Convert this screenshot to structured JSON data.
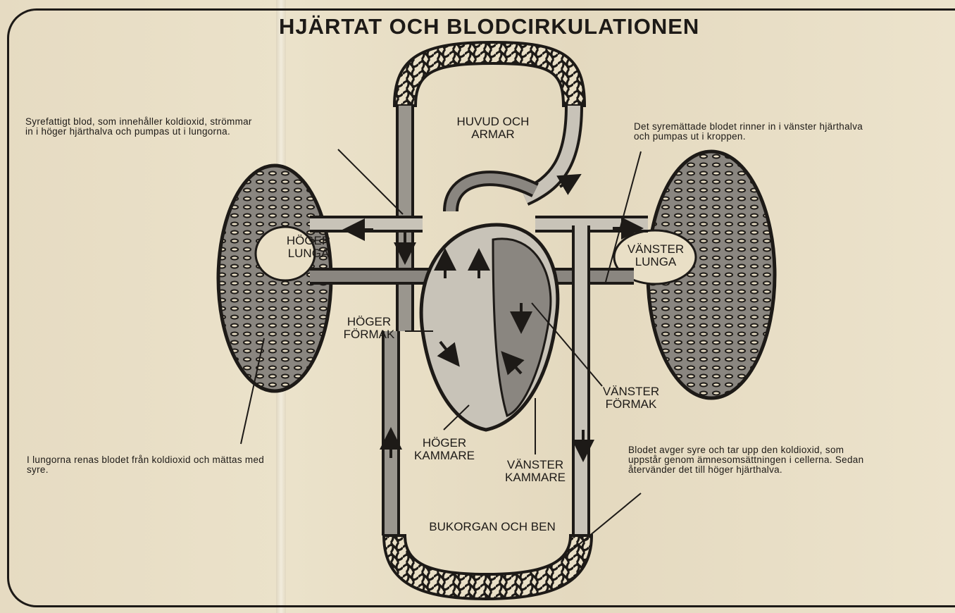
{
  "title": "HJÄRTAT OCH BLODCIRKULATIONEN",
  "notes": {
    "top_left": [
      "Syrefattigt blod, som innehåller koldioxid, strömmar",
      "in i höger hjärthalva och pumpas ut i lungorna."
    ],
    "top_right": [
      "Det syremättade blodet rinner in i vänster hjärthalva",
      "och pumpas ut i kroppen."
    ],
    "bottom_left": [
      "I lungorna renas blodet från koldioxid och mättas med",
      "syre."
    ],
    "bottom_right": [
      "Blodet avger syre och tar upp den koldioxid, som",
      "uppstår genom ämnesomsättningen i cellerna. Sedan",
      "återvänder det till höger hjärthalva."
    ]
  },
  "labels": {
    "head_arms": [
      "HUVUD OCH",
      "ARMAR"
    ],
    "right_lung": [
      "HÖGER",
      "LUNGA"
    ],
    "left_lung": [
      "VÄNSTER",
      "LUNGA"
    ],
    "right_atrium": [
      "HÖGER",
      "FÖRMAK"
    ],
    "left_atrium": [
      "VÄNSTER",
      "FÖRMAK"
    ],
    "right_ventricle": [
      "HÖGER",
      "KAMMARE"
    ],
    "left_ventricle": [
      "VÄNSTER",
      "KAMMARE"
    ],
    "abdomen_legs": "BUKORGAN OCH BEN"
  },
  "colors": {
    "ink": "#1d1a17",
    "paper": "#e9dfc6",
    "oxygen_poor": "#8a8680",
    "oxygen_rich": "#c8c3b8"
  }
}
